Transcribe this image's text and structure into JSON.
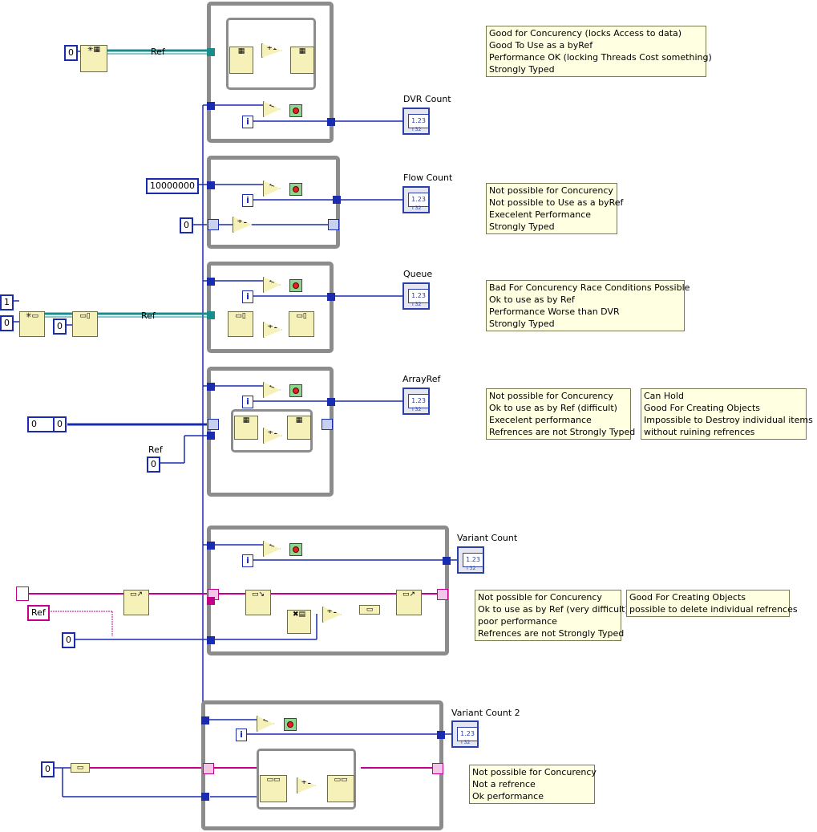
{
  "constants": {
    "dvr_init": "0",
    "flow_count_input": "10000000",
    "flow_init": "0",
    "queue_size_a": "1",
    "queue_size_b": "0",
    "queue_elem": "0",
    "array_ctrl": "0",
    "array_index": "0",
    "array_elem": "0",
    "variant_init": "0",
    "variant2_init": "0"
  },
  "labels": {
    "ref_dvr": "Ref",
    "ref_queue": "Ref",
    "ref_array": "Ref",
    "ref_variant": "Ref"
  },
  "indicators": {
    "dvr_count": "DVR Count",
    "flow_count": "Flow Count",
    "queue": "Queue",
    "array_ref": "ArrayRef",
    "variant_count": "Variant Count",
    "variant_count_2": "Variant Count 2",
    "display_value": "1.23",
    "type_tag": "I 32"
  },
  "notes": {
    "dvr": [
      "Good for Concurency (locks Access to data)",
      "Good To Use as a byRef",
      "Performance OK (locking Threads Cost something)",
      "Strongly Typed"
    ],
    "flow": [
      "Not possible for Concurency",
      "Not possible to Use as a byRef",
      "Execelent Performance",
      "Strongly Typed"
    ],
    "queue": [
      "Bad For Concurency Race Conditions Possible",
      "Ok to use as by Ref",
      "Performance Worse than DVR",
      "Strongly Typed"
    ],
    "array": [
      "Not possible for Concurency",
      "Ok to use as by Ref (difficult)",
      "Execelent performance",
      "Refrences are not Strongly Typed"
    ],
    "array_extra": [
      "Can Hold",
      "Good For Creating Objects",
      "Impossible to Destroy individual items",
      "without ruining refrences"
    ],
    "variant": [
      "Not possible for Concurency",
      "Ok to use as by Ref (very difficult)",
      "poor performance",
      "Refrences are not Strongly Typed"
    ],
    "variant_extra": [
      "Good For Creating Objects",
      "possible to delete individual refrences"
    ],
    "variant2": [
      "Not possible for Concurency",
      "Not a refrence",
      "Ok performance"
    ]
  },
  "glyphs": {
    "increment": "+1",
    "less_than": "<",
    "iteration": "i"
  },
  "colors": {
    "numeric_wire": "#1a2bb0",
    "ref_wire": "#1a8c8c",
    "variant_wire": "#c2008a",
    "loop_border": "#8c8c8c",
    "note_bg": "#ffffe1",
    "node_bg": "#f6f1b8"
  }
}
